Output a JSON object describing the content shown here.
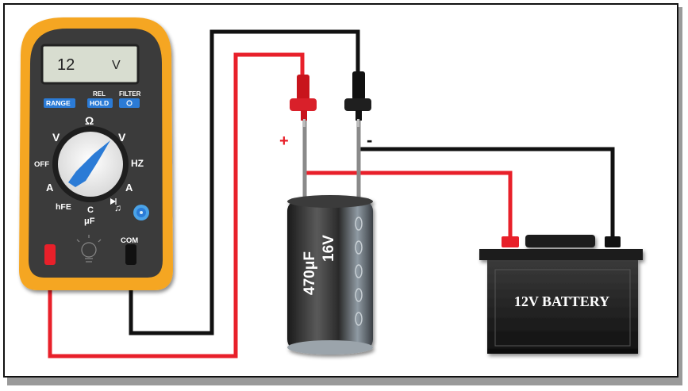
{
  "multimeter": {
    "display": {
      "reading": "12",
      "unit": "V"
    },
    "buttons": {
      "range": "RANGE",
      "hold": "HOLD",
      "rel": "REL",
      "filter": "FILTER"
    },
    "dial": {
      "ohm": "Ω",
      "v_ac": "V",
      "v_dc": "V",
      "off": "OFF",
      "hz": "HZ",
      "a_ac": "A",
      "a_dc": "A",
      "hfe": "hFE",
      "cap_c": "C",
      "cap_uf": "μF"
    },
    "jacks": {
      "com": "COM"
    }
  },
  "capacitor": {
    "value": "470μF",
    "voltage": "16V"
  },
  "probe_labels": {
    "positive": "+",
    "negative": "-"
  },
  "battery": {
    "label": "12V BATTERY"
  },
  "colors": {
    "meter_body": "#f5a623",
    "meter_face": "#3a3a3a",
    "lcd": "#d8ddd0",
    "button_blue": "#2b7bd6",
    "wire_red": "#e8202a",
    "wire_black": "#111111",
    "capacitor": "#2a2a2a",
    "battery": "#1a1a1a"
  }
}
